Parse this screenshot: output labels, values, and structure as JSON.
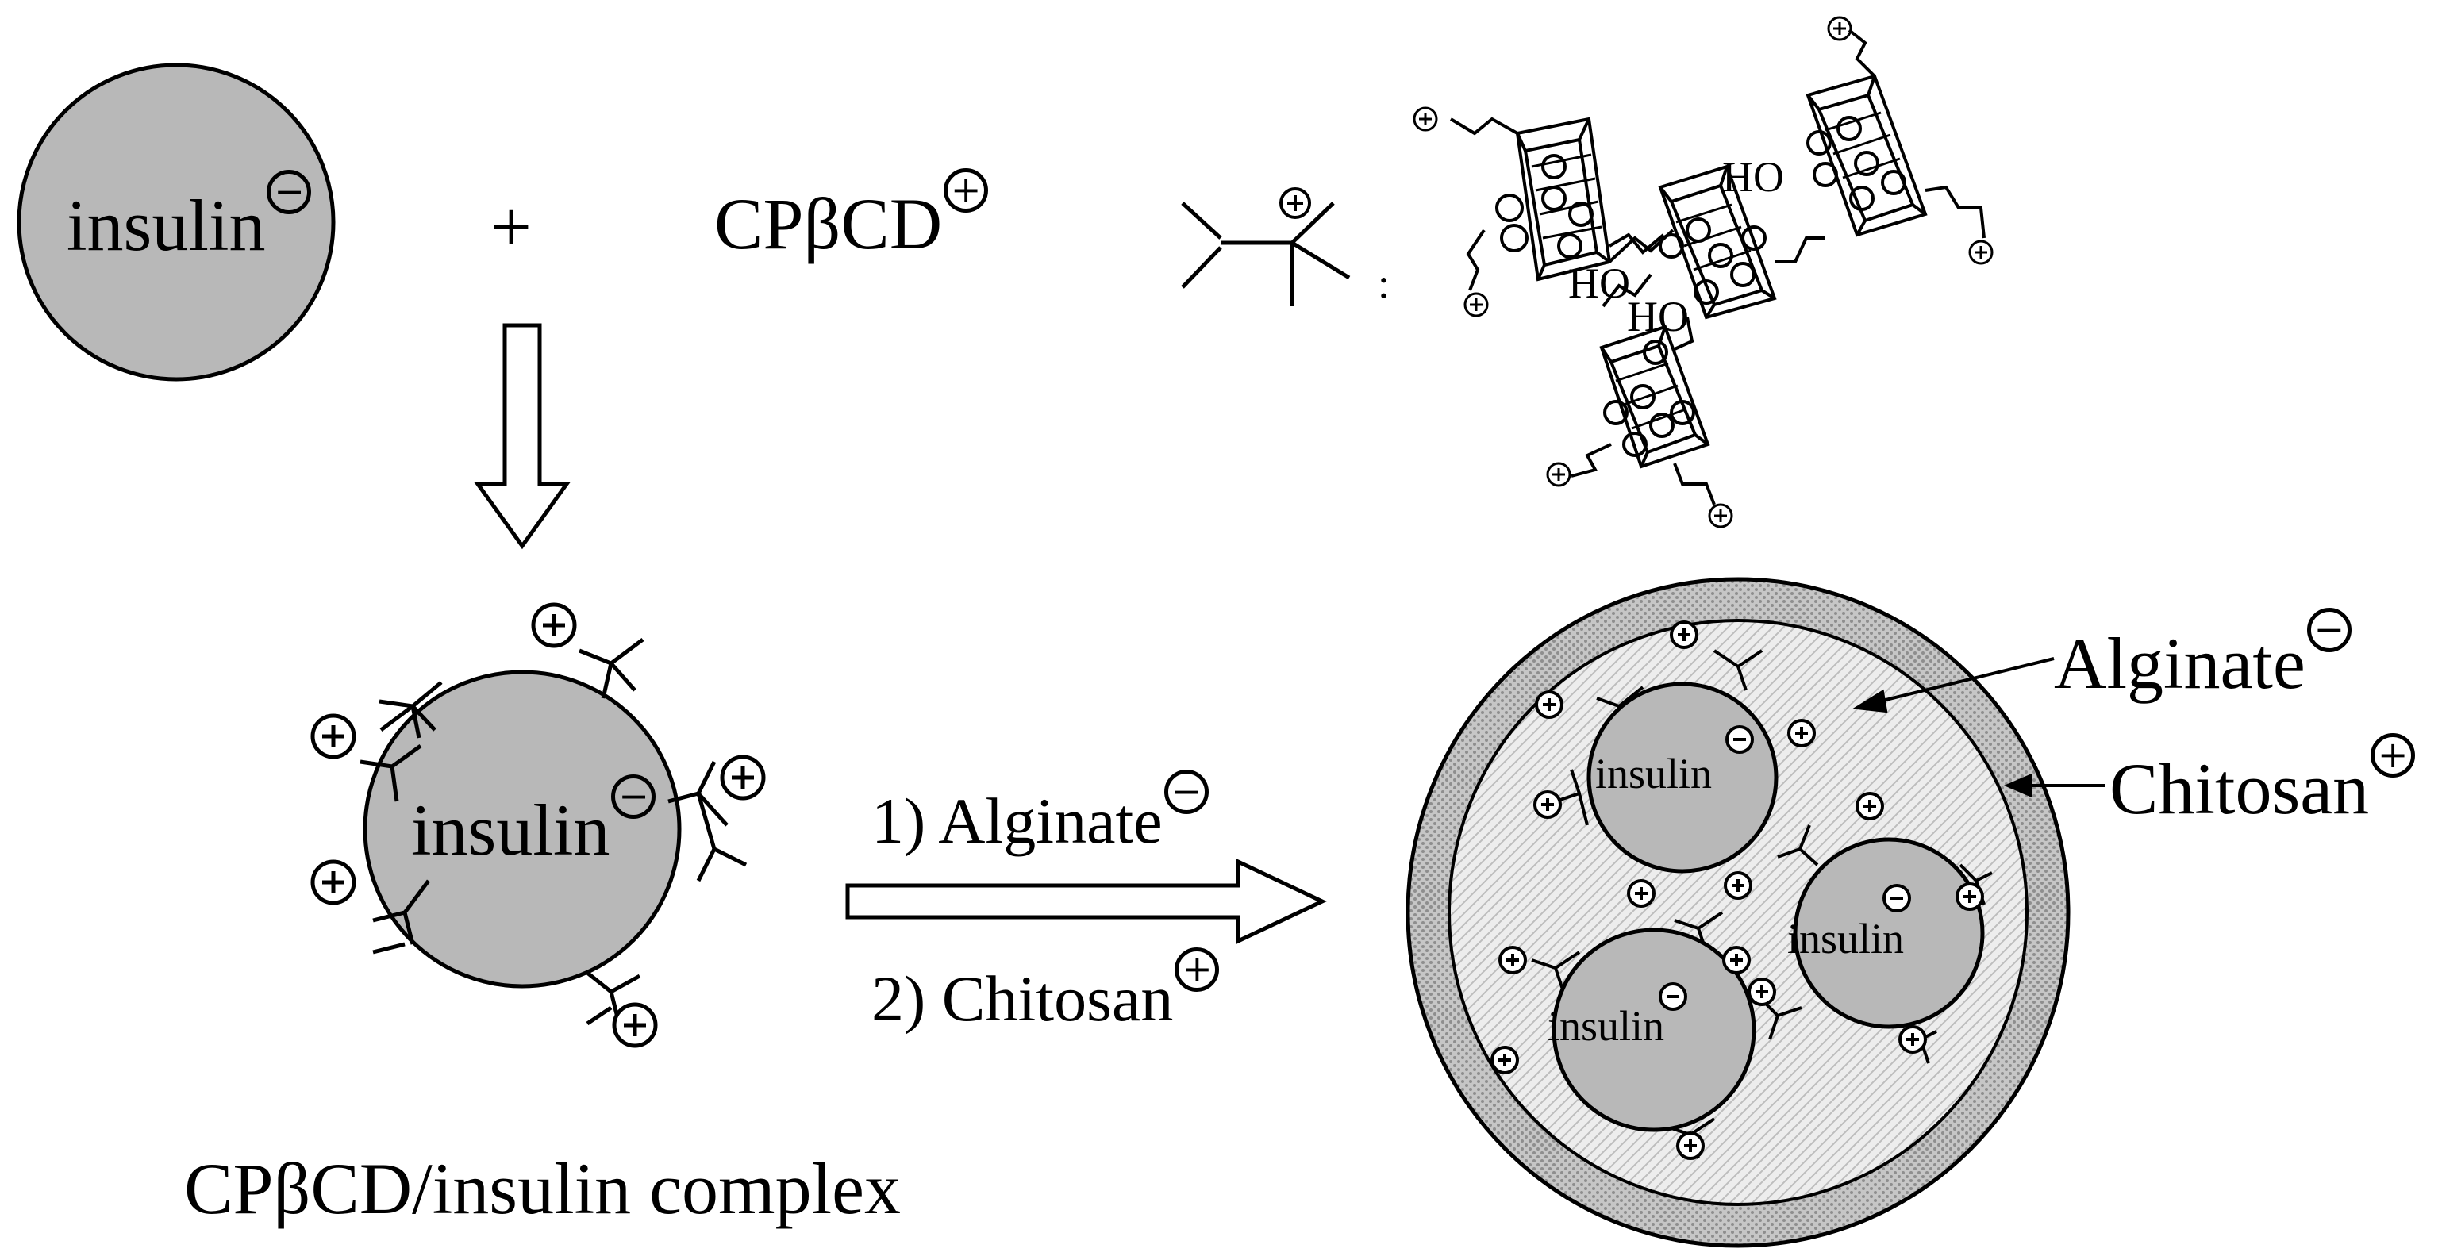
{
  "labels": {
    "insulin": "insulin",
    "cpbcd": "CPβCD",
    "plus": "+",
    "step1": "1) Alginate",
    "step2": "2) Chitosan",
    "complex": "CPβCD/insulin complex",
    "alginate": "Alginate",
    "chitosan": "Chitosan",
    "ho": "HO",
    "colon": ":"
  },
  "charges": {
    "negative": "−",
    "positive": "+"
  },
  "colors": {
    "insulin_fill": "#b8b8b8",
    "outline": "#000000",
    "chitosan_shell": "#c9c9c9",
    "alginate_core": "#ececec",
    "arrow_fill": "#ffffff"
  }
}
